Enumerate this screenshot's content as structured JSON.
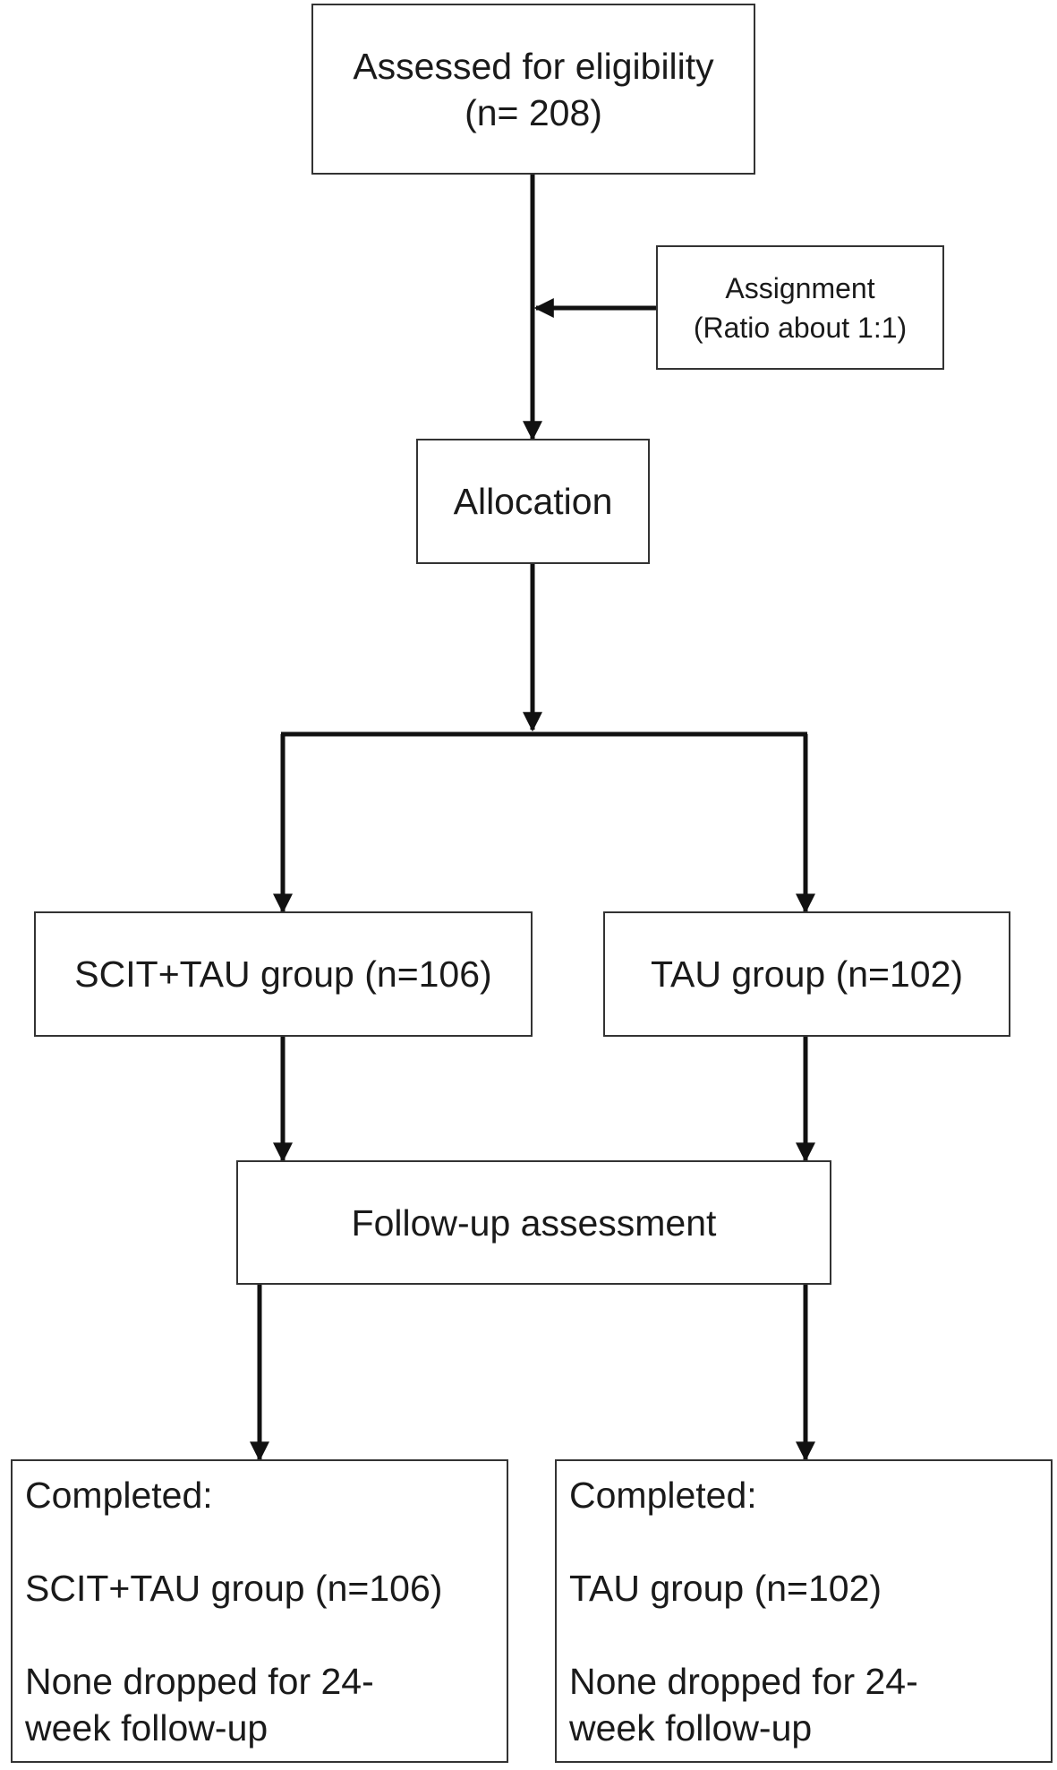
{
  "nodes": {
    "assessed": {
      "line1": "Assessed for eligibility",
      "line2": "(n= 208)"
    },
    "assignment": {
      "line1": "Assignment",
      "line2": "(Ratio about 1:1)"
    },
    "allocation": {
      "label": "Allocation"
    },
    "scit_group": {
      "label": "SCIT+TAU group (n=106)"
    },
    "tau_group": {
      "label": "TAU group (n=102)"
    },
    "followup": {
      "label": "Follow-up assessment"
    },
    "completed_scit": {
      "heading": "Completed:",
      "group": "SCIT+TAU group (n=106)",
      "note_line1": "None dropped for 24-",
      "note_line2": "week follow-up"
    },
    "completed_tau": {
      "heading": "Completed:",
      "group": "TAU group (n=102)",
      "note_line1": "None dropped for 24-",
      "note_line2": "week follow-up"
    }
  },
  "edges": [
    {
      "from": "assessed",
      "to": "allocation"
    },
    {
      "from": "assignment",
      "to": "assessed-allocation-line"
    },
    {
      "from": "allocation",
      "to": "scit_group"
    },
    {
      "from": "allocation",
      "to": "tau_group"
    },
    {
      "from": "scit_group",
      "to": "followup"
    },
    {
      "from": "tau_group",
      "to": "followup"
    },
    {
      "from": "followup",
      "to": "completed_scit"
    },
    {
      "from": "followup",
      "to": "completed_tau"
    }
  ],
  "colors": {
    "line": "#111111",
    "border": "#333333",
    "text": "#1a1a1a"
  }
}
